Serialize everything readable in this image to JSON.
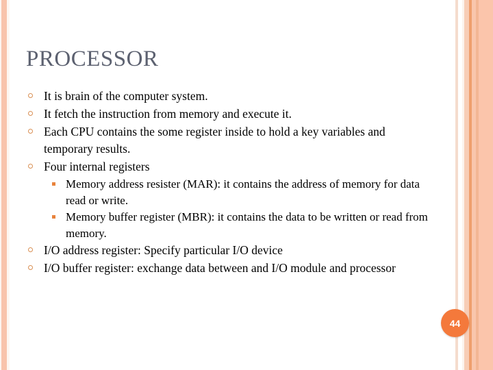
{
  "slide": {
    "title": "PROCESSOR",
    "page_number": "44",
    "colors": {
      "title_text": "#5c6170",
      "body_text": "#000000",
      "accent_stripe": "#f8c3ab",
      "accent_stripe_dark": "#ef9f6d",
      "bullet_outline": "#d98f53",
      "sub_bullet_fill": "#e8833c",
      "badge_fill": "#f4793b",
      "badge_text": "#ffffff",
      "background": "#ffffff"
    },
    "bullets": [
      {
        "level": 1,
        "marker": "hollow-circle-bullet",
        "text": "It is brain of the computer system."
      },
      {
        "level": 1,
        "marker": "hollow-circle-bullet",
        "text": "It fetch the instruction from memory and execute it."
      },
      {
        "level": 1,
        "marker": "hollow-circle-bullet",
        "text": "Each CPU contains the some register inside to hold a key variables and temporary results."
      },
      {
        "level": 1,
        "marker": "hollow-circle-bullet",
        "text": "Four internal registers"
      },
      {
        "level": 2,
        "marker": "square-bullet",
        "text": "Memory address resister (MAR): it contains the address of memory for data read or write."
      },
      {
        "level": 2,
        "marker": "square-bullet",
        "text": "Memory buffer register (MBR): it contains the data to be written or read from memory."
      },
      {
        "level": 1,
        "marker": "hollow-circle-bullet",
        "text": "I/O address register: Specify particular I/O device"
      },
      {
        "level": 1,
        "marker": "hollow-circle-bullet",
        "text": "I/O buffer register: exchange data between and I/O module and processor"
      }
    ]
  }
}
